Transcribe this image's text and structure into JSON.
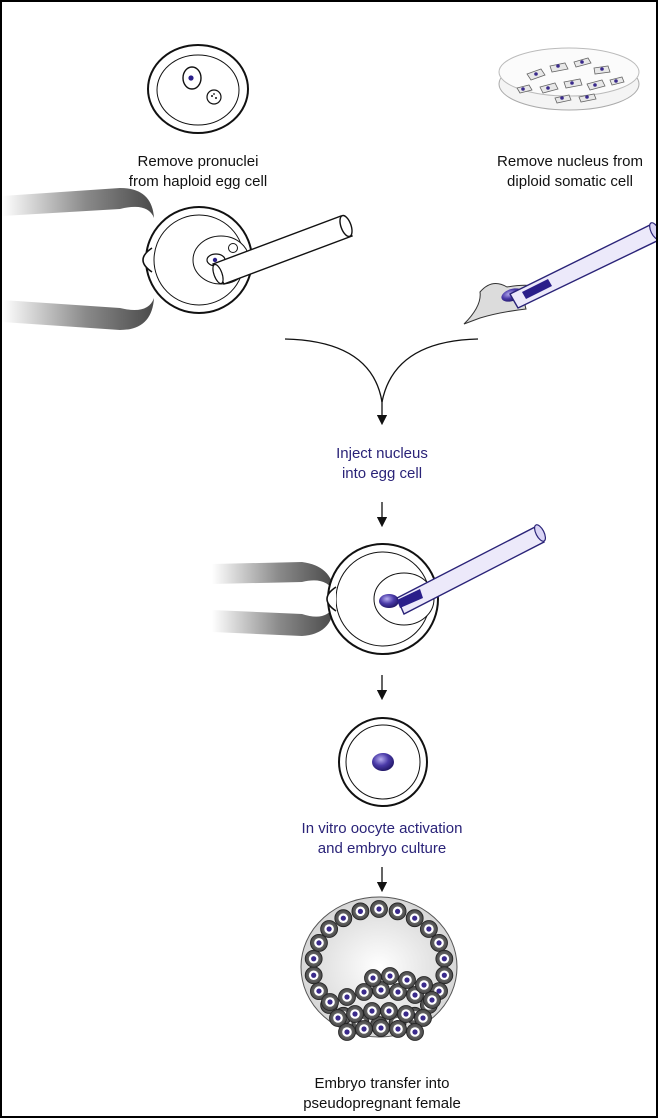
{
  "labels": {
    "egg_line1": "Remove pronuclei",
    "egg_line2": "from haploid egg cell",
    "somatic_line1": "Remove nucleus from",
    "somatic_line2": "diploid somatic cell",
    "inject_line1": "Inject nucleus",
    "inject_line2": "into egg cell",
    "activation_line1": "In vitro oocyte activation",
    "activation_line2": "and embryo culture",
    "transfer_line1": "Embryo transfer into",
    "transfer_line2": "pseudopregnant female"
  },
  "colors": {
    "text": "#111111",
    "accent_text": "#2a2378",
    "nucleus": "#3a2a8c",
    "pipette": "#ddd9f2",
    "holder": "#555555"
  }
}
